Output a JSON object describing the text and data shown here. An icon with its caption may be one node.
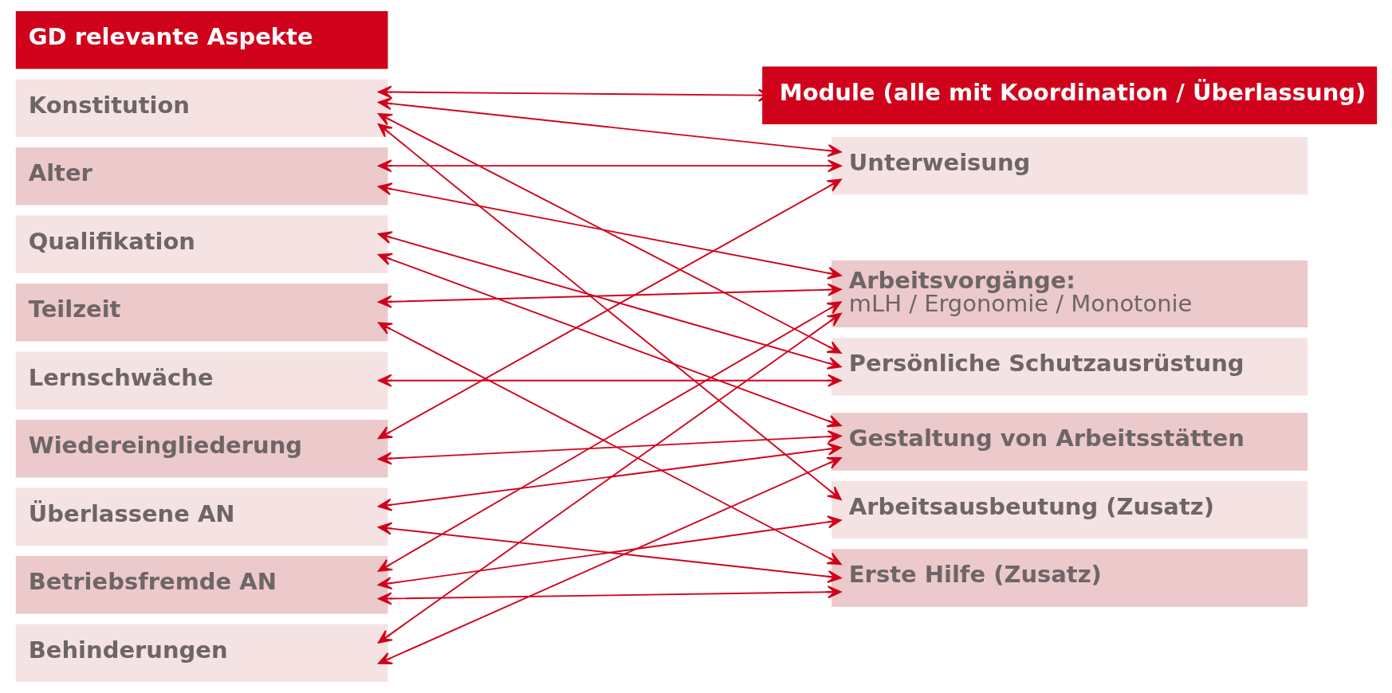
{
  "diagram": {
    "nodes": [
      {
        "text": [
          "GD relevante Aspekte"
        ]
      },
      {
        "text": [
          "Konstitution"
        ]
      },
      {
        "text": [
          "Alter"
        ]
      },
      {
        "text": [
          "Qualifikation"
        ]
      },
      {
        "text": [
          "Teilzeit"
        ]
      },
      {
        "text": [
          "Lernschwäche"
        ]
      },
      {
        "text": [
          "Wiedereingliederung"
        ]
      },
      {
        "text": [
          "Überlassene AN"
        ]
      },
      {
        "text": [
          "Betriebsfremde AN"
        ]
      },
      {
        "text": [
          "Behinderungen"
        ]
      },
      {
        "text": [
          "Module (alle mit Koordination / Überlassung)"
        ]
      },
      {
        "text": [
          "Unterweisung"
        ]
      },
      {
        "text": [
          "Arbeitsvorgänge:",
          "mLH / Ergonomie / Monotonie"
        ]
      },
      {
        "text": [
          "Persönliche Schutzausrüstung"
        ]
      },
      {
        "text": [
          "Gestaltung von Arbeitsstätten"
        ]
      },
      {
        "text": [
          "Arbeitsausbeutung (Zusatz)"
        ]
      },
      {
        "text": [
          "Erste Hilfe (Zusatz)"
        ]
      }
    ],
    "edges": [
      {
        "from": 1,
        "to": 10,
        "arrow": "both"
      },
      {
        "from": 1,
        "to": 15,
        "arrow": "both"
      },
      {
        "from": 1,
        "to": 13,
        "arrow": "both"
      },
      {
        "from": 1,
        "to": 11,
        "arrow": "both"
      },
      {
        "from": 2,
        "to": 12,
        "arrow": "both"
      },
      {
        "from": 2,
        "to": 11,
        "arrow": "both"
      },
      {
        "from": 3,
        "to": 14,
        "arrow": "both"
      },
      {
        "from": 3,
        "to": 13,
        "arrow": "both"
      },
      {
        "from": 4,
        "to": 12,
        "arrow": "both"
      },
      {
        "from": 4,
        "to": 16,
        "arrow": "both"
      },
      {
        "from": 5,
        "to": 13,
        "arrow": "both"
      },
      {
        "from": 6,
        "to": 11,
        "arrow": "both"
      },
      {
        "from": 6,
        "to": 14,
        "arrow": "both"
      },
      {
        "from": 7,
        "to": 14,
        "arrow": "both"
      },
      {
        "from": 7,
        "to": 16,
        "arrow": "both"
      },
      {
        "from": 8,
        "to": 12,
        "arrow": "both"
      },
      {
        "from": 8,
        "to": 16,
        "arrow": "both"
      },
      {
        "from": 8,
        "to": 15,
        "arrow": "both"
      },
      {
        "from": 9,
        "to": 12,
        "arrow": "both"
      },
      {
        "from": 9,
        "to": 14,
        "arrow": "both"
      }
    ]
  }
}
